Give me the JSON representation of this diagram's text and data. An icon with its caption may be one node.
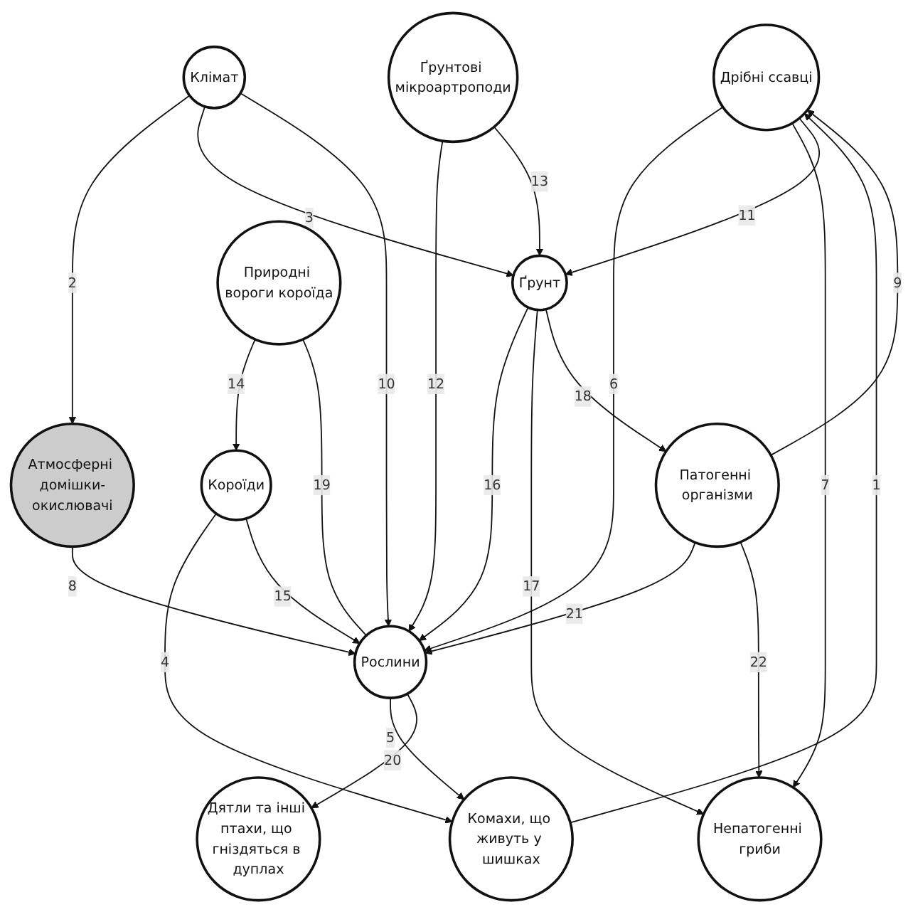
{
  "diagram": {
    "nodes": [
      {
        "text": [
          "Дрібні ссавці"
        ]
      },
      {
        "text": [
          "Атмосферні домішки-окислювачі"
        ]
      },
      {
        "text": [
          "Клімат"
        ]
      },
      {
        "text": [
          "Комахи, що живуть у шишках"
        ]
      },
      {
        "text": [
          "Ґрунтові мікроартроподи"
        ]
      },
      {
        "text": [
          "Короїди"
        ]
      },
      {
        "text": [
          "Ґрунт"
        ]
      },
      {
        "text": [
          "Природні вороги короїда"
        ]
      },
      {
        "text": [
          "Патогенні організми"
        ]
      },
      {
        "text": [
          "Дятли та інші птахи, що гніздяться в дуплах"
        ]
      },
      {
        "text": [
          "Рослини"
        ]
      },
      {
        "text": [
          "Непатогенні гриби"
        ]
      }
    ],
    "edges": [
      {
        "from": 3,
        "to": 0,
        "arrow": "to",
        "label": "1"
      },
      {
        "from": 2,
        "to": 1,
        "arrow": "to",
        "label": "2"
      },
      {
        "from": 2,
        "to": 6,
        "arrow": "to",
        "label": "3"
      },
      {
        "from": 5,
        "to": 3,
        "arrow": "to",
        "label": "4"
      },
      {
        "from": 10,
        "to": 3,
        "arrow": "to",
        "label": "5"
      },
      {
        "from": 0,
        "to": 10,
        "arrow": "to",
        "label": "6"
      },
      {
        "from": 0,
        "to": 11,
        "arrow": "to",
        "label": "7"
      },
      {
        "from": 1,
        "to": 10,
        "arrow": "to",
        "label": "8"
      },
      {
        "from": 8,
        "to": 0,
        "arrow": "to",
        "label": "9"
      },
      {
        "from": 2,
        "to": 10,
        "arrow": "to",
        "label": "10"
      },
      {
        "from": 0,
        "to": 6,
        "arrow": "to",
        "label": "11"
      },
      {
        "from": 4,
        "to": 10,
        "arrow": "to",
        "label": "12"
      },
      {
        "from": 4,
        "to": 6,
        "arrow": "to",
        "label": "13"
      },
      {
        "from": 7,
        "to": 5,
        "arrow": "to",
        "label": "14"
      },
      {
        "from": 5,
        "to": 10,
        "arrow": "to",
        "label": "15"
      },
      {
        "from": 6,
        "to": 10,
        "arrow": "to",
        "label": "16"
      },
      {
        "from": 6,
        "to": 11,
        "arrow": "to",
        "label": "17"
      },
      {
        "from": 6,
        "to": 8,
        "arrow": "to",
        "label": "18"
      },
      {
        "from": 7,
        "to": 10,
        "arrow": "none",
        "label": "19"
      },
      {
        "from": 10,
        "to": 9,
        "arrow": "to",
        "label": "20"
      },
      {
        "from": 8,
        "to": 10,
        "arrow": "to",
        "label": "21"
      },
      {
        "from": 8,
        "to": 11,
        "arrow": "to",
        "label": "22"
      }
    ]
  }
}
